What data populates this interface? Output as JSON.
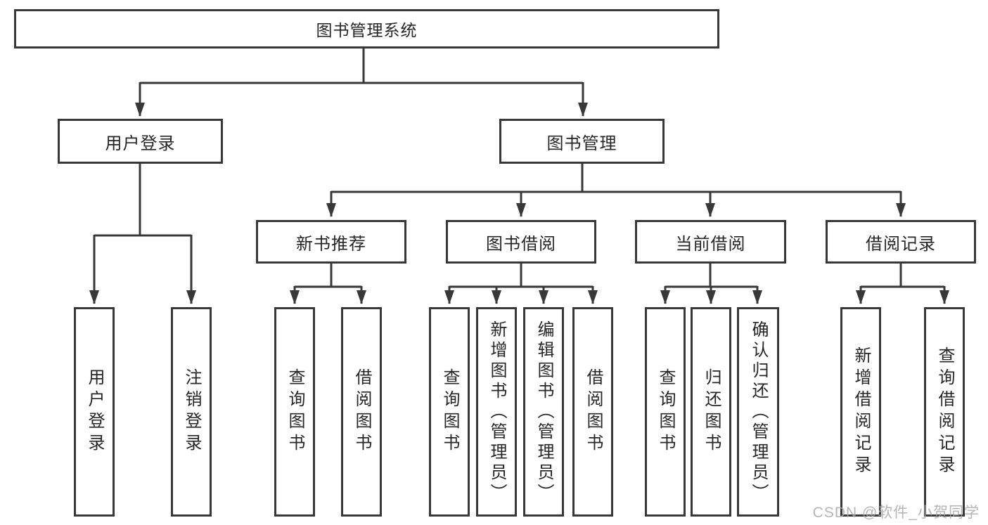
{
  "diagram": {
    "title": "图书管理系统",
    "root": {
      "label": "图书管理系统"
    },
    "l2": [
      {
        "label": "用户登录"
      },
      {
        "label": "图书管理"
      }
    ],
    "l3": [
      {
        "label": "新书推荐"
      },
      {
        "label": "图书借阅"
      },
      {
        "label": "当前借阅"
      },
      {
        "label": "借阅记录"
      }
    ],
    "leaves_user_login": [
      {
        "label": "用户登录"
      },
      {
        "label": "注销登录"
      }
    ],
    "leaves_new_book": [
      {
        "label": "查询图书"
      },
      {
        "label": "借阅图书"
      }
    ],
    "leaves_book_borrow": [
      {
        "label": "查询图书"
      },
      {
        "label": "新增图书（管理员）"
      },
      {
        "label": "编辑图书（管理员）"
      },
      {
        "label": "借阅图书"
      }
    ],
    "leaves_current_borrow": [
      {
        "label": "查询图书"
      },
      {
        "label": "归还图书"
      },
      {
        "label": "确认归还（管理员）"
      }
    ],
    "leaves_borrow_records": [
      {
        "label": "新增借阅记录"
      },
      {
        "label": "查询借阅记录"
      }
    ]
  },
  "watermark": {
    "text": "CSDN @软件_小贺同学"
  },
  "colors": {
    "line": "#383838",
    "box_border": "#383838",
    "text": "#262626",
    "background": "#ffffff",
    "watermark": "#a9a9a9"
  }
}
